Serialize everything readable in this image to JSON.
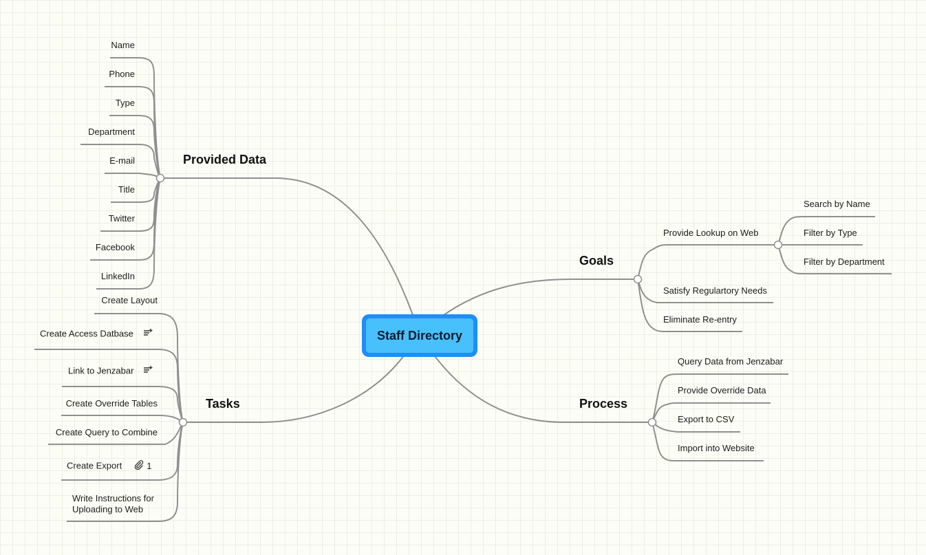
{
  "root": {
    "label": "Staff Directory"
  },
  "provided_data": {
    "label": "Provided Data",
    "items": [
      "Name",
      "Phone",
      "Type",
      "Department",
      "E-mail",
      "Title",
      "Twitter",
      "Facebook",
      "LinkedIn"
    ]
  },
  "tasks": {
    "label": "Tasks",
    "items": [
      {
        "label": "Create Layout"
      },
      {
        "label": "Create Access Datbase",
        "icon": "notes-icon"
      },
      {
        "label": "Link to Jenzabar",
        "icon": "notes-icon"
      },
      {
        "label": "Create Override Tables"
      },
      {
        "label": "Create Query to Combine"
      },
      {
        "label": "Create Export",
        "icon": "attachment-icon",
        "count": "1"
      },
      {
        "label_line1": "Write Instructions for",
        "label_line2": "Uploading to Web"
      }
    ]
  },
  "goals": {
    "label": "Goals",
    "items": [
      {
        "label": "Provide Lookup on Web",
        "children": [
          "Search by Name",
          "Filter by Type",
          "Filter by Department"
        ]
      },
      {
        "label": "Satisfy Regulartory Needs"
      },
      {
        "label": "Eliminate Re-entry"
      }
    ]
  },
  "process": {
    "label": "Process",
    "items": [
      "Query Data from Jenzabar",
      "Provide Override Data",
      "Export to CSV",
      "Import into Website"
    ]
  }
}
